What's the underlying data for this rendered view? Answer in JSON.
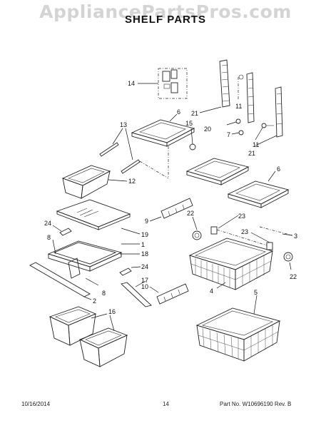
{
  "watermark": "AppliancePartsPros.com",
  "title": "SHELF PARTS",
  "footer": {
    "date": "10/16/2014",
    "page": "14",
    "part_number": "Part No. W10696190 Rev. B"
  },
  "callouts": {
    "c1": "1",
    "c2": "2",
    "c3": "3",
    "c4": "4",
    "c5": "5",
    "c6a": "6",
    "c6b": "6",
    "c7": "7",
    "c8a": "8",
    "c8b": "8",
    "c9": "9",
    "c10": "10",
    "c11a": "11",
    "c11b": "11",
    "c12": "12",
    "c13": "13",
    "c14": "14",
    "c15": "15",
    "c16": "16",
    "c17": "17",
    "c18": "18",
    "c19": "19",
    "c20": "20",
    "c21a": "21",
    "c21b": "21",
    "c22a": "22",
    "c22b": "22",
    "c23a": "23",
    "c23b": "23",
    "c24a": "24",
    "c24b": "24"
  }
}
